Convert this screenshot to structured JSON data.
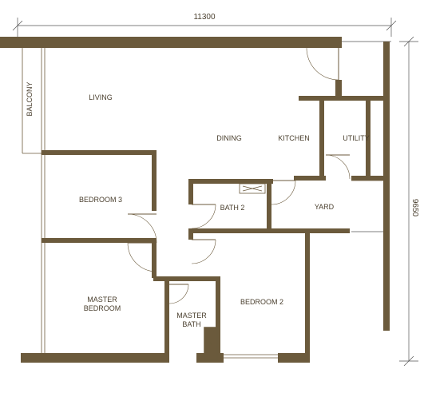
{
  "colors": {
    "wall": "#6b5a3c",
    "text": "#4a3f2e",
    "background": "#ffffff"
  },
  "dimensions": {
    "width": "11300",
    "depth": "9650"
  },
  "rooms": {
    "balcony": "BALCONY",
    "living": "LIVING",
    "dining": "DINING",
    "kitchen": "KITCHEN",
    "utility": "UTILITY",
    "yard": "YARD",
    "bath2": "BATH 2",
    "bedroom3": "BEDROOM 3",
    "bedroom2": "BEDROOM 2",
    "master_bedroom_line1": "MASTER",
    "master_bedroom_line2": "BEDROOM",
    "master_bath_line1": "MASTER",
    "master_bath_line2": "BATH"
  }
}
